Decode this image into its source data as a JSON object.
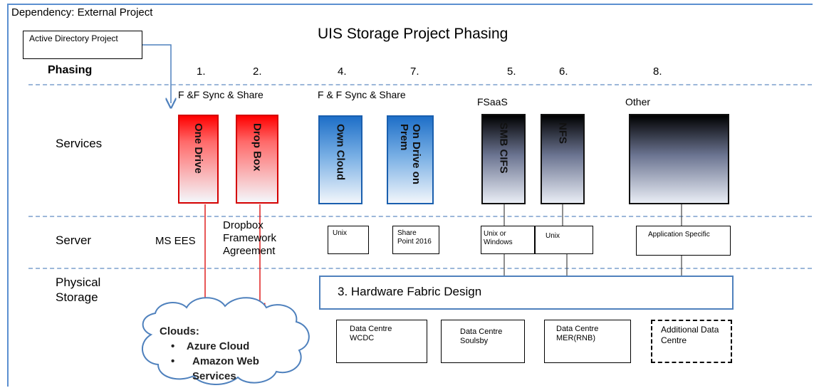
{
  "dependency_label": "Dependency: External Project",
  "ad_project_label": "Active Directory Project",
  "title": "UIS Storage Project Phasing",
  "rows": {
    "phasing": "Phasing",
    "services": "Services",
    "server": "Server",
    "physical_storage": "Physical Storage"
  },
  "phases": [
    "1.",
    "2.",
    "4.",
    "7.",
    "5.",
    "6.",
    "8."
  ],
  "groups": {
    "ff_left": "F &F Sync & Share",
    "ff_right": "F & F Sync & Share",
    "fsaas": "FSaaS",
    "other": "Other"
  },
  "services": [
    {
      "label": "One Drive",
      "color": "red"
    },
    {
      "label": "Drop Box",
      "color": "red"
    },
    {
      "label": "Own Cloud",
      "color": "blue"
    },
    {
      "label": "On Drive on Prem",
      "color": "blue"
    },
    {
      "label": "SMB CIFS",
      "color": "dark"
    },
    {
      "label": "NFS",
      "color": "dark"
    },
    {
      "label": "",
      "color": "dark"
    }
  ],
  "servers": {
    "ms_ees": "MS EES",
    "dropbox_agreement": "Dropbox Framework Agreement",
    "unix_owncloud": "Unix",
    "sharepoint": "Share Point 2016",
    "unix_or_windows": "Unix or Windows",
    "unix_nfs": "Unix",
    "application_specific": "Application Specific"
  },
  "hardware_fabric": "3.  Hardware Fabric Design",
  "clouds": {
    "heading": "Clouds:",
    "items": [
      "Azure Cloud",
      "Amazon Web Services"
    ]
  },
  "data_centres": [
    "Data Centre WCDC",
    "Data Centre Soulsby",
    "Data Centre MER(RNB)",
    "Additional Data Centre"
  ],
  "colors": {
    "frame": "#5b8fd0",
    "red_arrow": "#e02020",
    "blue_arrow": "#4f81bd",
    "dotted_line": "#9cb7d9"
  }
}
